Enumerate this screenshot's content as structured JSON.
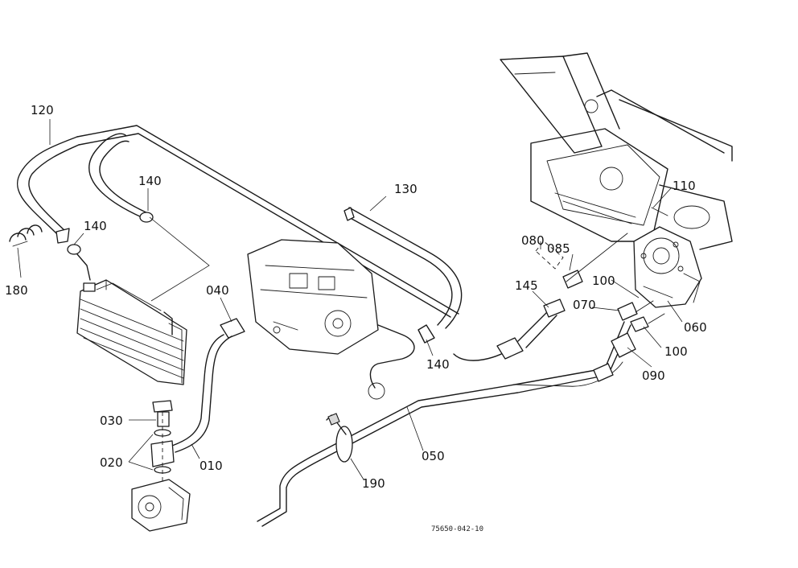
{
  "parts": {
    "p010": "010",
    "p020": "020",
    "p030": "030",
    "p040": "040",
    "p050": "050",
    "p060": "060",
    "p070": "070",
    "p080": "080",
    "p085": "085",
    "p090": "090",
    "p100": "100",
    "p110": "110",
    "p120": "120",
    "p130": "130",
    "p140": "140",
    "p145": "145",
    "p180": "180",
    "p190": "190"
  },
  "drawing_code": "75650-042-10"
}
